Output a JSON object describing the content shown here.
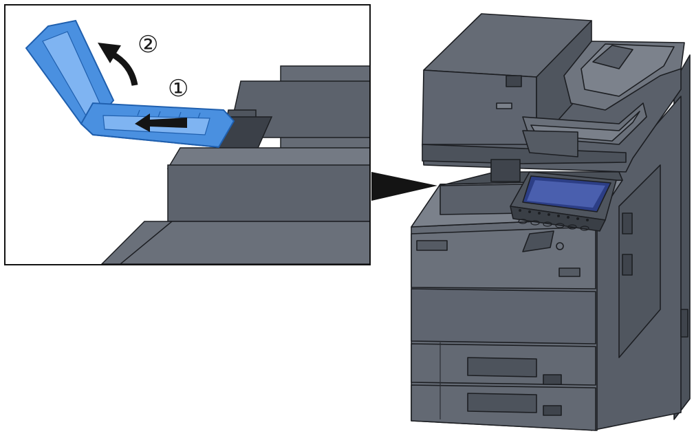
{
  "steps": [
    {
      "label": "①",
      "action": "slide-arrow"
    },
    {
      "label": "②",
      "action": "rotate-arrow"
    }
  ],
  "colors": {
    "machine_body": "#5f6570",
    "machine_dark": "#3f444c",
    "machine_light": "#7c828c",
    "outline": "#1c1e22",
    "tray_blue": "#4a90e0",
    "tray_blue_light": "#7fb4f2",
    "tray_outline": "#1f5fae",
    "panel_screen": "#2c3e86",
    "pointer": "#141414"
  },
  "icons": [
    "pull-arrow-icon",
    "curved-arrow-icon",
    "callout-pointer-icon"
  ]
}
